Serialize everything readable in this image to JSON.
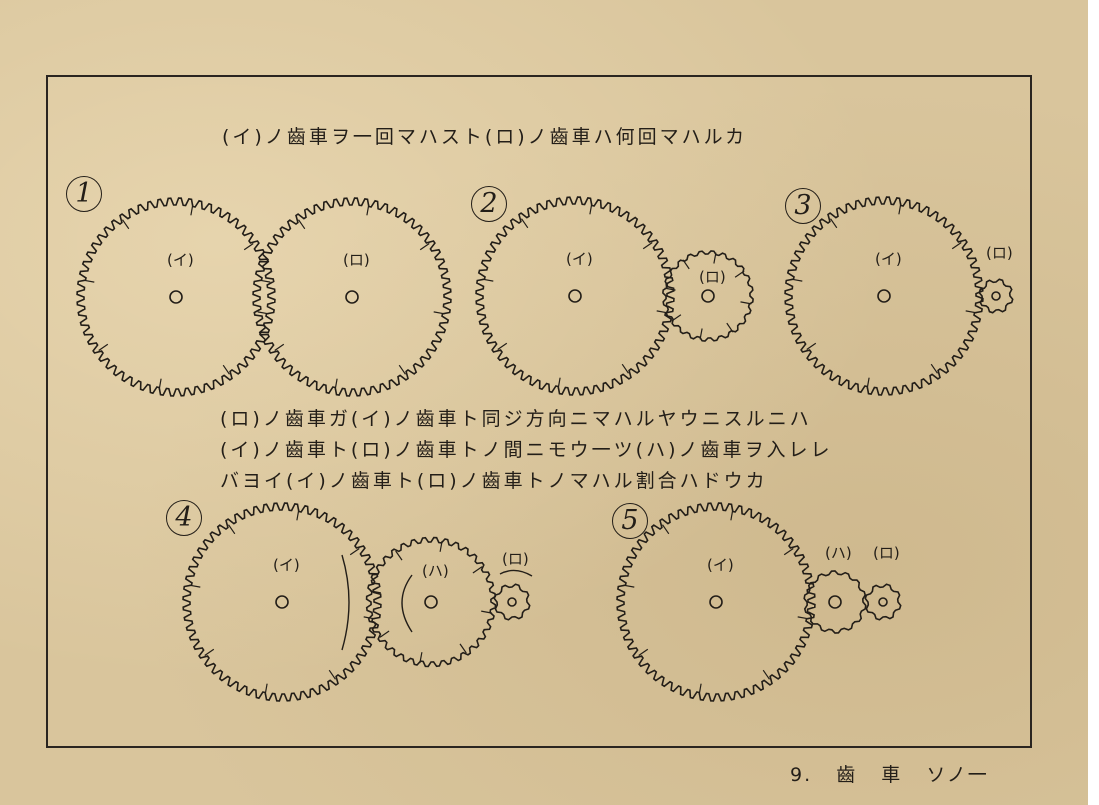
{
  "title": "(イ)ノ齒車ヲ一回マハスト(ロ)ノ齒車ハ何回マハルカ",
  "paragraph": [
    "(ロ)ノ齒車ガ(イ)ノ齒車ト同ジ方向ニマハルヤウニスルニハ",
    "(イ)ノ齒車ト(ロ)ノ齒車トノ間ニモウ一ツ(ハ)ノ齒車ヲ入レレ",
    "バヨイ(イ)ノ齒車ト(ロ)ノ齒車トノマハル割合ハドウカ"
  ],
  "diagrams": [
    {
      "number": "1",
      "gears": [
        {
          "label": "(イ)",
          "teeth": 60
        },
        {
          "label": "(ロ)",
          "teeth": 60
        }
      ]
    },
    {
      "number": "2",
      "gears": [
        {
          "label": "(イ)",
          "teeth": 60
        },
        {
          "label": "(ロ)",
          "teeth": 24
        }
      ]
    },
    {
      "number": "3",
      "gears": [
        {
          "label": "(イ)",
          "teeth": 60
        },
        {
          "label": "(ロ)",
          "teeth": 8
        }
      ]
    },
    {
      "number": "4",
      "gears": [
        {
          "label": "(イ)",
          "teeth": 60
        },
        {
          "label": "(ハ)",
          "teeth": 36
        },
        {
          "label": "(ロ)",
          "teeth": 8
        }
      ]
    },
    {
      "number": "5",
      "gears": [
        {
          "label": "(イ)",
          "teeth": 60
        },
        {
          "label": "(ハ)",
          "teeth": 14
        },
        {
          "label": "(ロ)",
          "teeth": 8
        }
      ]
    }
  ],
  "footer": {
    "page": "9.",
    "word1": "齒",
    "word2": "車",
    "word3": "ソノ一"
  },
  "colors": {
    "paper": "#d9c59c",
    "ink": "#231e18"
  }
}
